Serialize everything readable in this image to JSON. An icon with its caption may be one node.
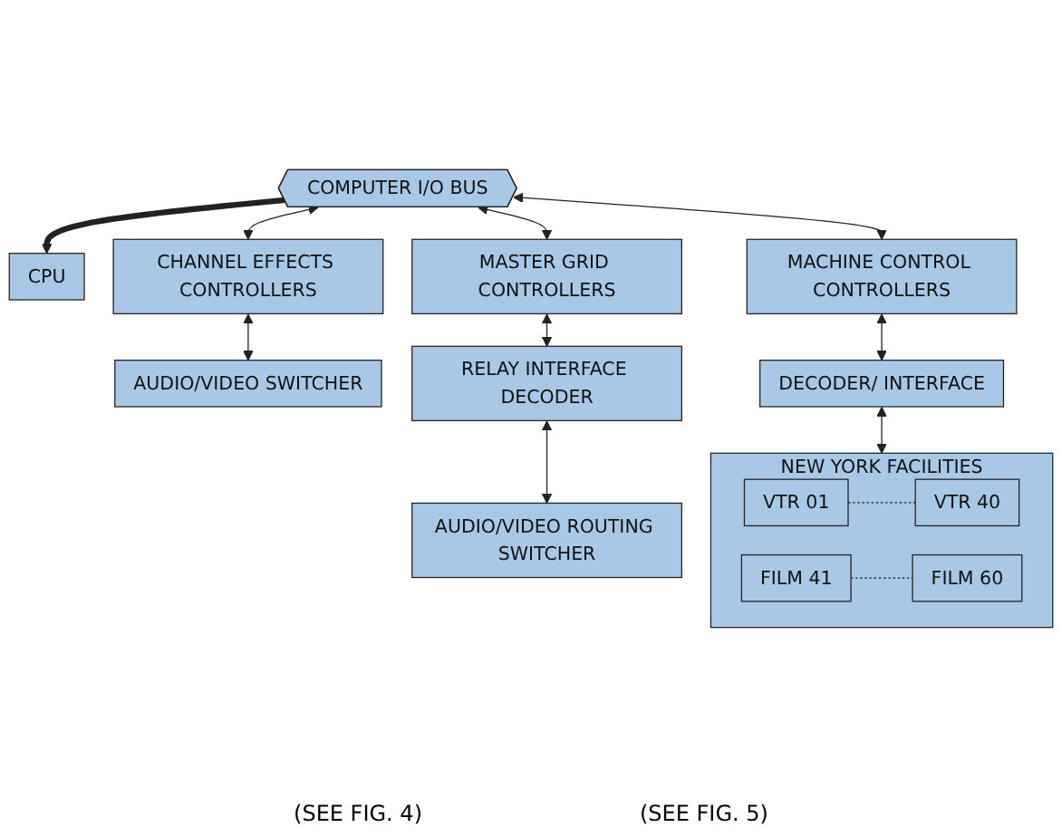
{
  "diagram": {
    "nodes": [
      {
        "text": [
          "CPU"
        ]
      },
      {
        "text": [
          "COMPUTER I/O BUS"
        ]
      },
      {
        "text": [
          "CHANNEL EFFECTS CONTROLLERS"
        ]
      },
      {
        "text": [
          "AUDIO/VIDEO SWITCHER"
        ]
      },
      {
        "text": [
          "MASTER GRID CONTROLLERS"
        ]
      },
      {
        "text": [
          "RELAY INTERFACE DECODER"
        ]
      },
      {
        "text": [
          "AUDIO/VIDEO ROUTING SWITCHER"
        ]
      },
      {
        "text": [
          "MACHINE CONTROL CONTROLLERS"
        ]
      },
      {
        "text": [
          "DECODER/ INTERFACE"
        ]
      },
      {
        "text": [
          "NEW YORK FACILITIES"
        ]
      },
      {
        "text": [
          "VTR 01"
        ],
        "in": 9
      },
      {
        "text": [
          "VTR 40"
        ],
        "in": 9
      },
      {
        "text": [
          "FILM 41"
        ],
        "in": 9
      },
      {
        "text": [
          "FILM 60"
        ],
        "in": 9
      }
    ],
    "edges": [
      {
        "from": 1,
        "to": 0,
        "arrow": "to",
        "style": "thick"
      },
      {
        "from": 1,
        "to": 2,
        "arrow": "both"
      },
      {
        "from": 2,
        "to": 3,
        "arrow": "both"
      },
      {
        "from": 1,
        "to": 4,
        "arrow": "both"
      },
      {
        "from": 4,
        "to": 5,
        "arrow": "both"
      },
      {
        "from": 5,
        "to": 6,
        "arrow": "both"
      },
      {
        "from": 1,
        "to": 7,
        "arrow": "both"
      },
      {
        "from": 7,
        "to": 8,
        "arrow": "both"
      },
      {
        "from": 8,
        "to": 9,
        "arrow": "both"
      },
      {
        "from": 10,
        "to": 11,
        "arrow": "none",
        "style": "dashed"
      },
      {
        "from": 12,
        "to": 13,
        "arrow": "none",
        "style": "dashed"
      }
    ],
    "labels": [
      "(SEE FIG. 4)",
      "(SEE FIG. 5)"
    ]
  }
}
